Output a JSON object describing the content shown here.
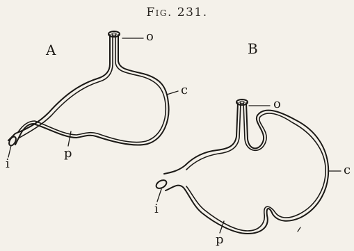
{
  "figure": {
    "title": "Fig. 231."
  },
  "panels": [
    {
      "label": "A",
      "markers": {
        "o": "o",
        "c": "c",
        "p": "p",
        "i": "i"
      }
    },
    {
      "label": "B",
      "markers": {
        "o": "o",
        "c": "c",
        "p": "p",
        "i": "i"
      }
    }
  ],
  "colors": {
    "paper": "#f4f1ea",
    "ink": "#1c1a17"
  }
}
